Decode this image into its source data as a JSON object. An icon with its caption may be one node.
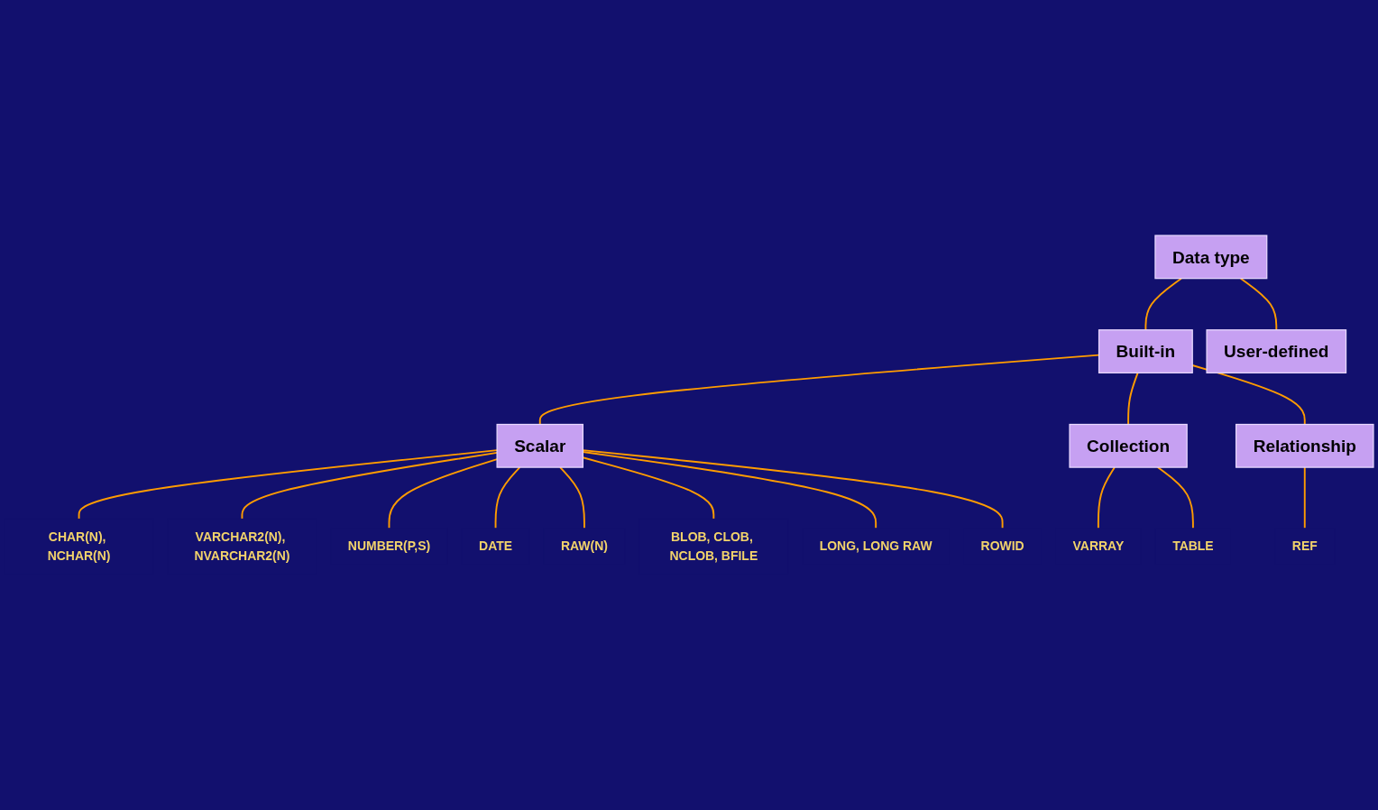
{
  "diagram": {
    "nodes": [
      {
        "text": [
          "Data type"
        ]
      },
      {
        "text": [
          "User-defined"
        ]
      },
      {
        "text": [
          "Built-in"
        ]
      },
      {
        "text": [
          "Scalar"
        ]
      },
      {
        "text": [
          "Collection"
        ]
      },
      {
        "text": [
          "Relationship"
        ]
      },
      {
        "text": [
          "CHAR(N), NCHAR(N)"
        ]
      },
      {
        "text": [
          "VARCHAR2(N), NVARCHAR2(N)"
        ]
      },
      {
        "text": [
          "NUMBER(P,S)"
        ]
      },
      {
        "text": [
          "DATE"
        ]
      },
      {
        "text": [
          "RAW(N)"
        ]
      },
      {
        "text": [
          "BLOB, CLOB, NCLOB, BFILE"
        ]
      },
      {
        "text": [
          "LONG, LONG RAW"
        ]
      },
      {
        "text": [
          "ROWID"
        ]
      },
      {
        "text": [
          "VARRAY"
        ]
      },
      {
        "text": [
          "TABLE"
        ]
      },
      {
        "text": [
          "REF"
        ]
      }
    ],
    "edges": [
      {
        "from": 0,
        "to": 1,
        "arrow": "none"
      },
      {
        "from": 0,
        "to": 2,
        "arrow": "none"
      },
      {
        "from": 2,
        "to": 3,
        "arrow": "none"
      },
      {
        "from": 2,
        "to": 4,
        "arrow": "none"
      },
      {
        "from": 2,
        "to": 5,
        "arrow": "none"
      },
      {
        "from": 3,
        "to": 6,
        "arrow": "none"
      },
      {
        "from": 3,
        "to": 7,
        "arrow": "none"
      },
      {
        "from": 3,
        "to": 8,
        "arrow": "none"
      },
      {
        "from": 3,
        "to": 9,
        "arrow": "none"
      },
      {
        "from": 3,
        "to": 10,
        "arrow": "none"
      },
      {
        "from": 3,
        "to": 11,
        "arrow": "none"
      },
      {
        "from": 3,
        "to": 12,
        "arrow": "none"
      },
      {
        "from": 3,
        "to": 13,
        "arrow": "none"
      },
      {
        "from": 4,
        "to": 14,
        "arrow": "none"
      },
      {
        "from": 4,
        "to": 15,
        "arrow": "none"
      },
      {
        "from": 5,
        "to": 16,
        "arrow": "none"
      }
    ]
  }
}
